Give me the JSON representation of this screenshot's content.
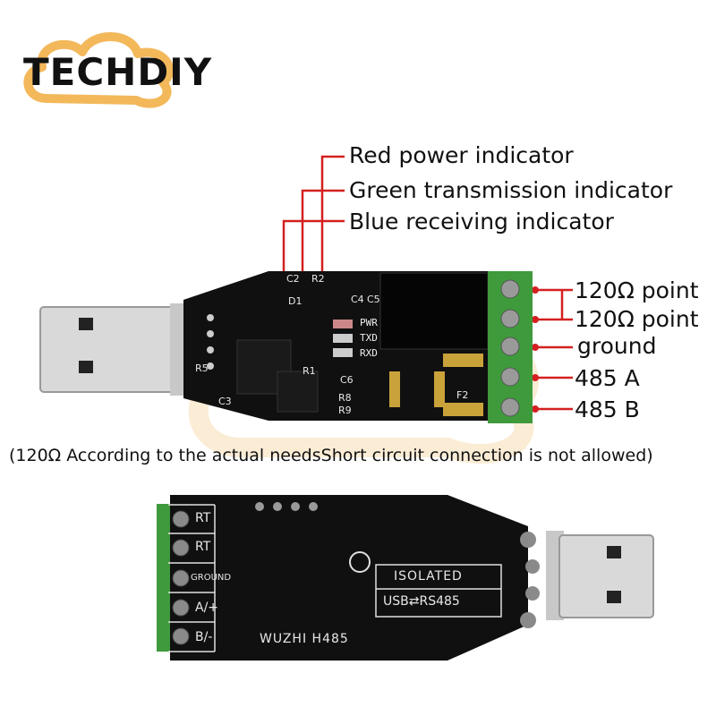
{
  "brand": {
    "logo_text": "TECHDIY",
    "accent_color": "#f3b85a"
  },
  "callouts": [
    {
      "text": "Red power indicator"
    },
    {
      "text": "Green transmission indicator"
    },
    {
      "text": "Blue receiving indicator"
    }
  ],
  "terminals": [
    {
      "text": "120Ω point"
    },
    {
      "text": "120Ω point"
    },
    {
      "text": "ground"
    },
    {
      "text": "485  A"
    },
    {
      "text": "485  B"
    }
  ],
  "note": "(120Ω According to the actual needsShort circuit connection is not allowed)",
  "front_board": {
    "led_labels": [
      "PWR",
      "TXD",
      "RXD"
    ],
    "component_labels": [
      "C2",
      "R2",
      "D1",
      "C4",
      "C5",
      "R1",
      "C6",
      "R8",
      "R9",
      "C3",
      "R5",
      "F2"
    ]
  },
  "back_board": {
    "terminal_labels": [
      "RT",
      "RT",
      "GROUND",
      "A/+",
      "B/-"
    ],
    "isolated_label": "ISOLATED",
    "usb_rs485_label": "USB⇄RS485",
    "model_label": "WUZHI  H485"
  },
  "colors": {
    "pcb": "#101010",
    "terminal_green": "#3f9a3c",
    "leader_red": "#d42020",
    "usb_metal": "#d9d9d9"
  }
}
